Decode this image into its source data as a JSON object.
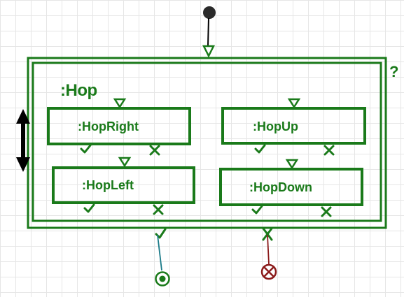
{
  "diagram": {
    "outer_node": {
      "title": ":Hop",
      "question_mark": "?"
    },
    "children": [
      {
        "label": ":HopRight"
      },
      {
        "label": ":HopUp"
      },
      {
        "label": ":HopLeft"
      },
      {
        "label": ":HopDown"
      }
    ],
    "icons": {
      "start": "start-dot-icon",
      "success_end": "success-end-icon",
      "failure_end": "failure-end-icon",
      "success_mark": "check-icon",
      "failure_mark": "cross-icon",
      "inlet": "triangle-inlet-icon",
      "resize": "vertical-resize-icon"
    },
    "colors": {
      "node": "#1a7a1a",
      "start": "#2a2a2a",
      "success_link": "#1a7a88",
      "failure_link": "#8b1a1a",
      "failure_end": "#8b1a1a",
      "grid": "#e6e6e6"
    }
  }
}
